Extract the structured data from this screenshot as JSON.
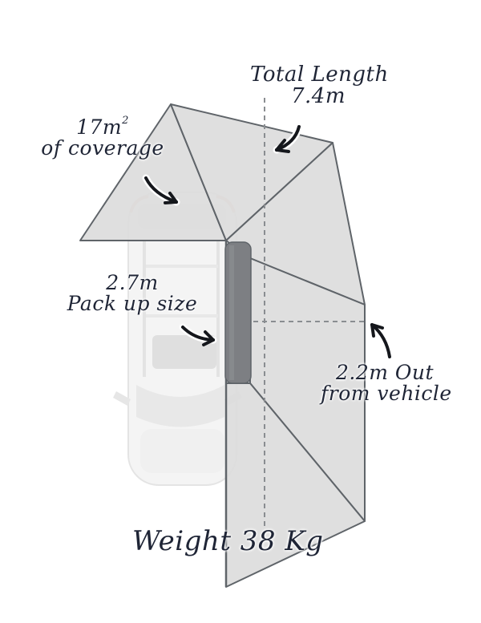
{
  "diagram": {
    "subject": "Vehicle-mounted 270-degree awning, top-down view",
    "labels": {
      "total_length": {
        "line1": "Total Length",
        "line2": "7.4m"
      },
      "coverage": {
        "line1_value": "17m",
        "line1_sup": "2",
        "line2": "of coverage"
      },
      "pack_up_size": {
        "line1": "2.7m",
        "line2": "Pack up size"
      },
      "out_from_vehicle": {
        "line1": "2.2m Out",
        "line2": "from vehicle"
      },
      "weight": {
        "text": "Weight 38 Kg"
      }
    },
    "colors": {
      "background": "#ffffff",
      "awning_fill": "#dcdcdc",
      "awning_stroke": "#5f6469",
      "pack_bag": "#7d7f83",
      "dashed_line": "#8a8d91",
      "text": "#1f2536",
      "arrow": "#15171c",
      "vehicle": "#f1f1f1"
    },
    "specs": {
      "total_length_m": 7.4,
      "coverage_m2": 17,
      "pack_up_size_m": 2.7,
      "out_from_vehicle_m": 2.2,
      "weight_kg": 38
    }
  }
}
